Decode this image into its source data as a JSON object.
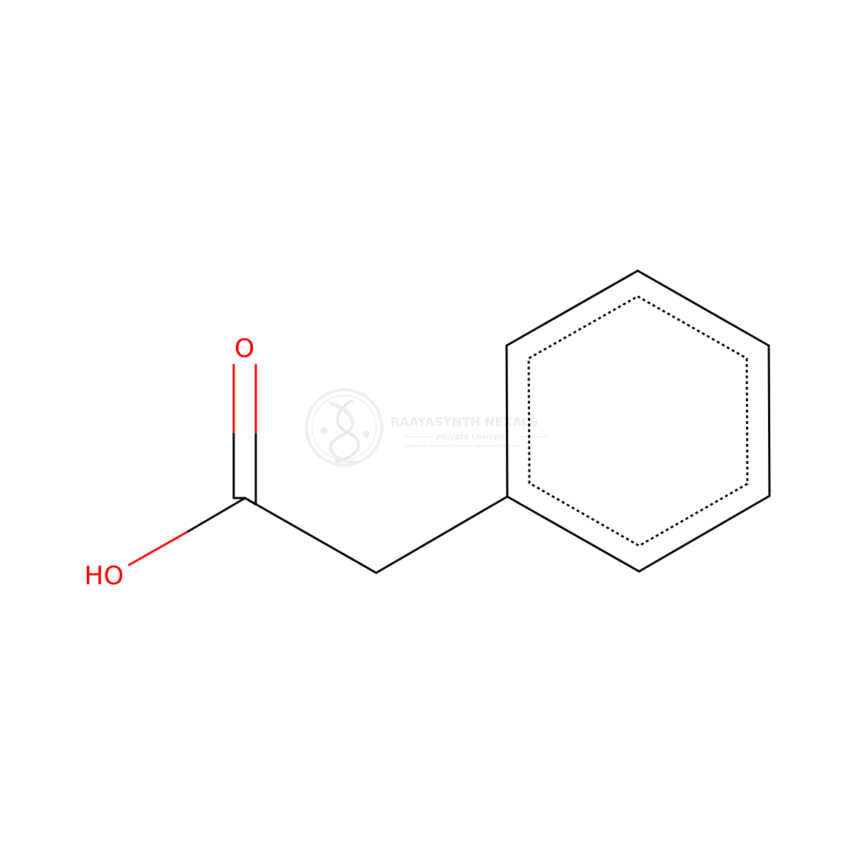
{
  "molecule": {
    "atoms": {
      "carbonyl_oxygen": "O",
      "hydroxyl": "HO"
    }
  },
  "watermark": {
    "name": "RAAYASYNTH NEXALS",
    "subtitle": "PRIVATE LIMITED",
    "tagline": "Complete solutions for every molecule's journey"
  },
  "colors": {
    "bond": "#000000",
    "heteroatom": "#ff0000",
    "watermark_green": "#3aa04a"
  }
}
